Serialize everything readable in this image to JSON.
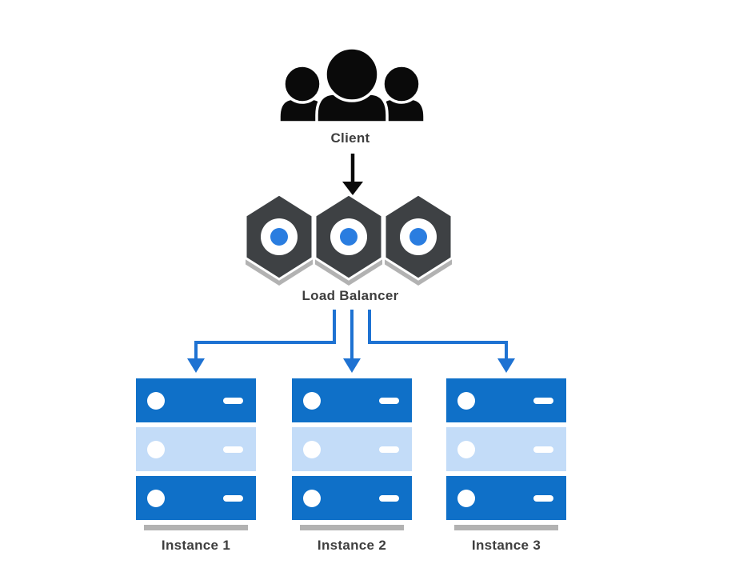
{
  "colors": {
    "accent_blue": "#1e72d2",
    "server_blue": "#0f70c8",
    "server_light_blue": "#c3dcf8",
    "hexagon_dark": "#3e4144",
    "shadow_gray": "#b2b2b2",
    "dot_blue": "#2a7de0",
    "client_black": "#0a0a0a",
    "label_text": "#3e3e3e"
  },
  "nodes": {
    "client": {
      "label": "Client",
      "icon": "users-group-icon"
    },
    "load_balancer": {
      "label": "Load Balancer",
      "icon": "hexagon-nodes-icon"
    },
    "instances": [
      {
        "label": "Instance 1",
        "icon": "server-stack-icon"
      },
      {
        "label": "Instance 2",
        "icon": "server-stack-icon"
      },
      {
        "label": "Instance 3",
        "icon": "server-stack-icon"
      }
    ]
  },
  "edges": [
    {
      "from": "Client",
      "to": "Load Balancer",
      "style": "straight-arrow",
      "color": "#0a0a0a"
    },
    {
      "from": "Load Balancer",
      "to": "Instance 1",
      "style": "elbow-arrow",
      "color": "#1e72d2"
    },
    {
      "from": "Load Balancer",
      "to": "Instance 2",
      "style": "straight-arrow",
      "color": "#1e72d2"
    },
    {
      "from": "Load Balancer",
      "to": "Instance 3",
      "style": "elbow-arrow",
      "color": "#1e72d2"
    }
  ]
}
